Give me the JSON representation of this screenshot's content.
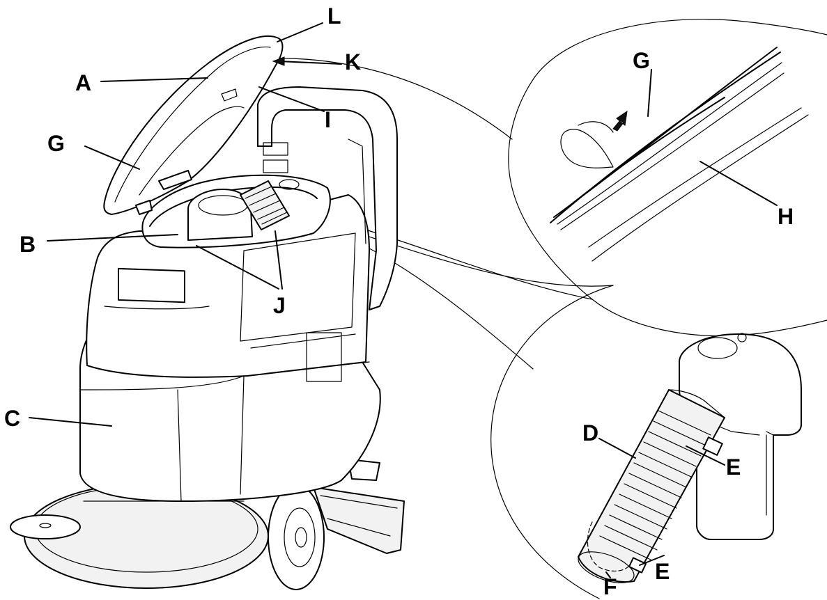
{
  "labels": {
    "A": "A",
    "B": "B",
    "C": "C",
    "D": "D",
    "E1": "E",
    "E2": "E",
    "F": "F",
    "G1": "G",
    "G2": "G",
    "H": "H",
    "I": "I",
    "J": "J",
    "K": "K",
    "L": "L"
  }
}
